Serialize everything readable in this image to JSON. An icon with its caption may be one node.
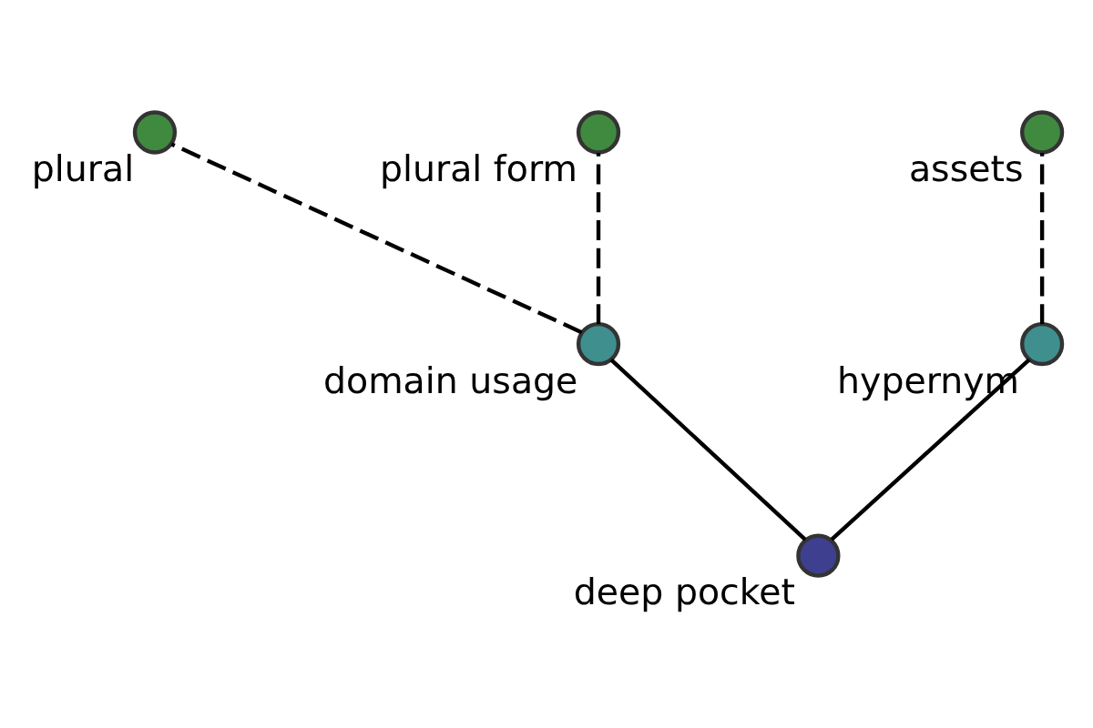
{
  "diagram": {
    "nodes": [
      {
        "text": [],
        "shape": "circle",
        "beside": [
          "plural"
        ]
      },
      {
        "text": [],
        "shape": "circle",
        "beside": [
          "assets"
        ]
      },
      {
        "text": [],
        "shape": "circle",
        "beside": [
          "plural form"
        ]
      },
      {
        "text": [],
        "shape": "circle",
        "beside": [
          "domain usage"
        ]
      },
      {
        "text": [],
        "shape": "circle",
        "beside": [
          "hypernym"
        ]
      },
      {
        "text": [],
        "shape": "circle",
        "beside": [
          "deep pocket"
        ]
      }
    ],
    "edges": [
      {
        "from": 5,
        "to": 4,
        "arrow": "none"
      },
      {
        "from": 5,
        "to": 3,
        "arrow": "none"
      },
      {
        "from": 4,
        "to": 1,
        "arrow": "none",
        "style": "dashed"
      },
      {
        "from": 3,
        "to": 0,
        "arrow": "none",
        "style": "dashed"
      },
      {
        "from": 3,
        "to": 2,
        "arrow": "none",
        "style": "dashed"
      }
    ]
  }
}
